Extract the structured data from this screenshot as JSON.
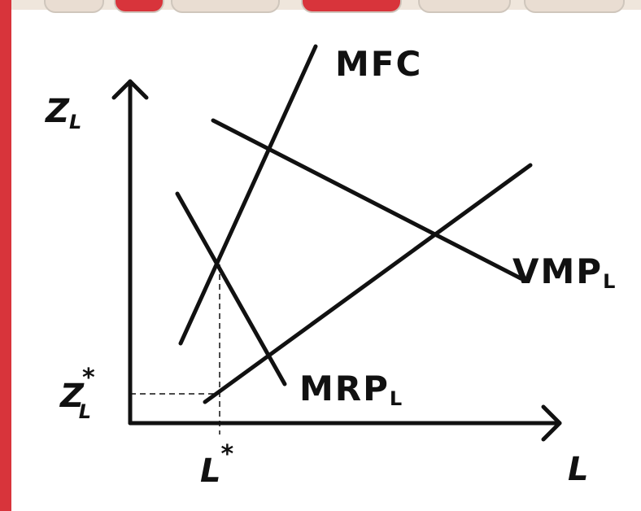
{
  "colors": {
    "frame_left": "#d8343b",
    "frame_top": "#efe6dc",
    "tab_red": "#d8343b",
    "tab_beige": "#e9ddd2",
    "ink": "#111111",
    "background": "#ffffff"
  },
  "diagram": {
    "y_axis": {
      "symbol": "Z",
      "subscript": "L"
    },
    "x_axis": {
      "symbol": "L"
    },
    "equilibrium": {
      "y_symbol": "Z",
      "y_subscript": "L",
      "y_superscript": "*",
      "x_symbol": "L",
      "x_superscript": "*"
    },
    "curves": [
      {
        "id": "mfc",
        "label": "MFC",
        "subscript": ""
      },
      {
        "id": "vmp",
        "label": "VMP",
        "subscript": "L"
      },
      {
        "id": "mrp",
        "label": "MRP",
        "subscript": "L"
      },
      {
        "id": "supply",
        "label": "",
        "subscript": ""
      }
    ]
  }
}
